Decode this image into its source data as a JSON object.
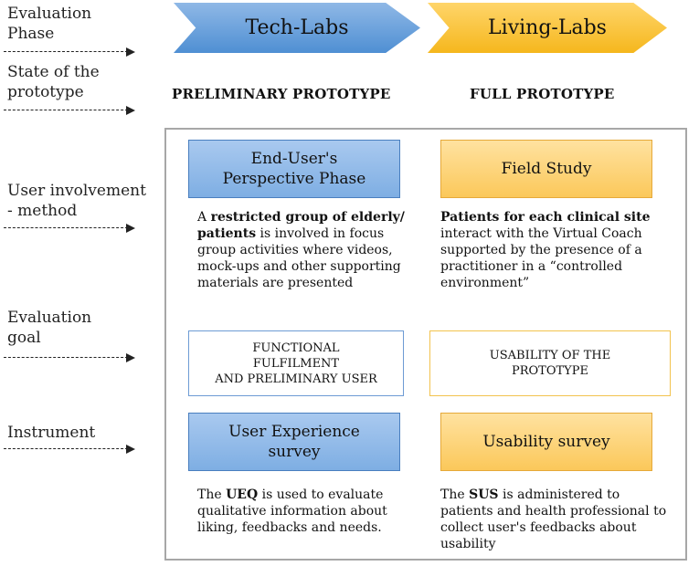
{
  "row_labels": {
    "evaluation_phase": [
      "Evaluation",
      "Phase"
    ],
    "state": [
      "State of the",
      "prototype"
    ],
    "user_involvement": [
      "User involvement",
      "- method"
    ],
    "evaluation_goal": [
      "Evaluation",
      "goal"
    ],
    "instrument": "Instrument"
  },
  "phases": {
    "tech": "Tech-Labs",
    "living": "Living-Labs"
  },
  "states": {
    "tech": "PRELIMINARY PROTOTYPE",
    "living": "FULL PROTOTYPE"
  },
  "methods": {
    "tech": [
      "End-User's",
      "Perspective Phase"
    ],
    "living": "Field Study"
  },
  "method_desc": {
    "tech": {
      "pre": "A ",
      "bold": "restricted group of elderly/ patients",
      "post": " is involved in focus group activities where videos, mock-ups and other supporting materials are presented"
    },
    "living": {
      "bold": "Patients for each clinical site",
      "post": " interact with the Virtual Coach supported by the presence of a practitioner in a “controlled environment”"
    }
  },
  "goals": {
    "tech": [
      "FUNCTIONAL",
      "FULFILMENT",
      "AND",
      "PRELIMINARY USER"
    ],
    "living": [
      "USABILITY OF THE",
      "PROTOTYPE"
    ]
  },
  "instruments": {
    "tech": [
      "User Experience",
      "survey"
    ],
    "living": "Usability survey"
  },
  "instrument_desc": {
    "tech": {
      "pre": "The ",
      "bold": "UEQ",
      "post": " is used to evaluate qualitative information about liking, feedbacks and needs."
    },
    "living": {
      "pre": "The ",
      "bold": "SUS",
      "post": " is administered to patients and health professional to collect user's feedbacks about usability"
    }
  },
  "colors": {
    "blue_box": "#7eaee3",
    "orange_box": "#fbc85a",
    "frame_gray": "#a7a7a7"
  }
}
